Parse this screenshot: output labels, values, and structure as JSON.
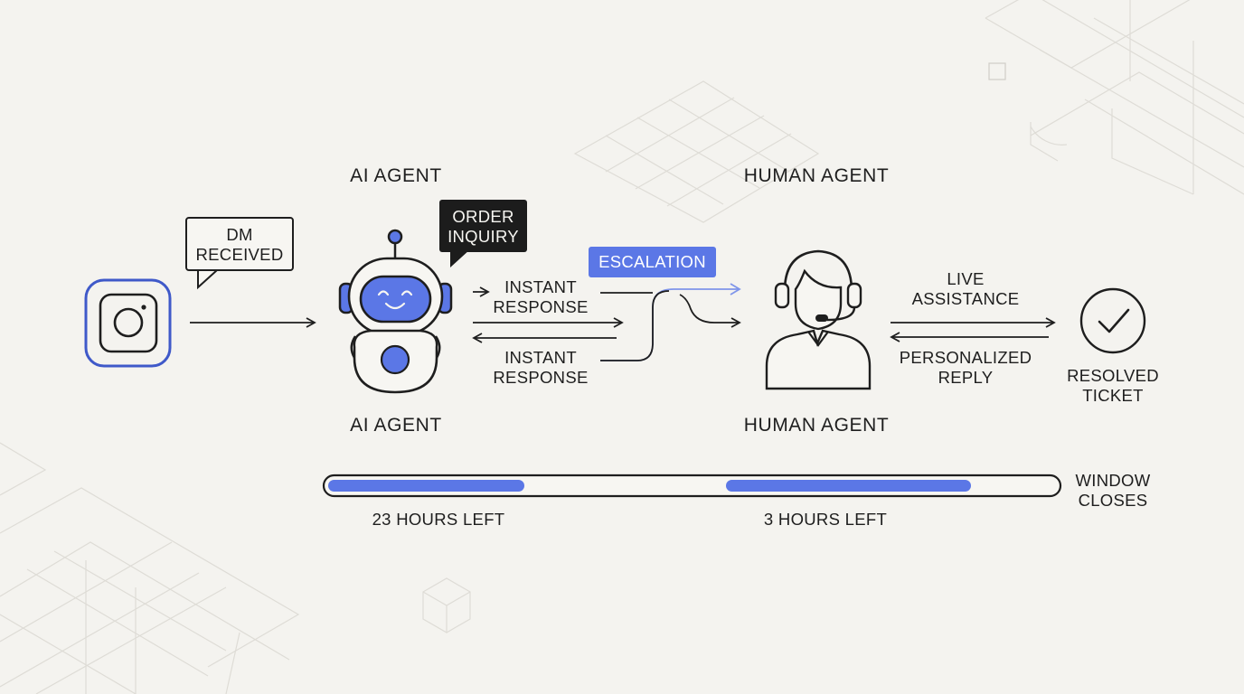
{
  "colors": {
    "background": "#f4f3ef",
    "ink": "#1e1e1e",
    "accent": "#5b77e6",
    "accent_light": "#7f95ea",
    "grid": "#dedcd6"
  },
  "icons": {
    "instagram": "instagram-icon",
    "robot": "robot-icon",
    "human": "human-agent-headset-icon",
    "check": "checkmark-circle-icon"
  },
  "diagram": {
    "dm_bubble": {
      "line1": "DM",
      "line2": "RECEIVED"
    },
    "ai_top_label": "AI AGENT",
    "ai_bottom_label": "AI AGENT",
    "order_bubble": {
      "line1": "ORDER",
      "line2": "INQUIRY"
    },
    "escalation_label": "ESCALATION",
    "instant_response_top": {
      "line1": "INSTANT",
      "line2": "RESPONSE"
    },
    "instant_response_bottom": {
      "line1": "INSTANT",
      "line2": "RESPONSE"
    },
    "human_top_label": "HUMAN AGENT",
    "human_bottom_label": "HUMAN AGENT",
    "live_assistance": {
      "line1": "LIVE",
      "line2": "ASSISTANCE"
    },
    "personalized_reply": {
      "line1": "PERSONALIZED",
      "line2": "REPLY"
    },
    "resolved_ticket": {
      "line1": "RESOLVED",
      "line2": "TICKET"
    }
  },
  "timeline": {
    "left_label": "23 HOURS LEFT",
    "right_label": "3 HOURS LEFT",
    "end_label": {
      "line1": "WINDOW",
      "line2": "CLOSES"
    }
  }
}
